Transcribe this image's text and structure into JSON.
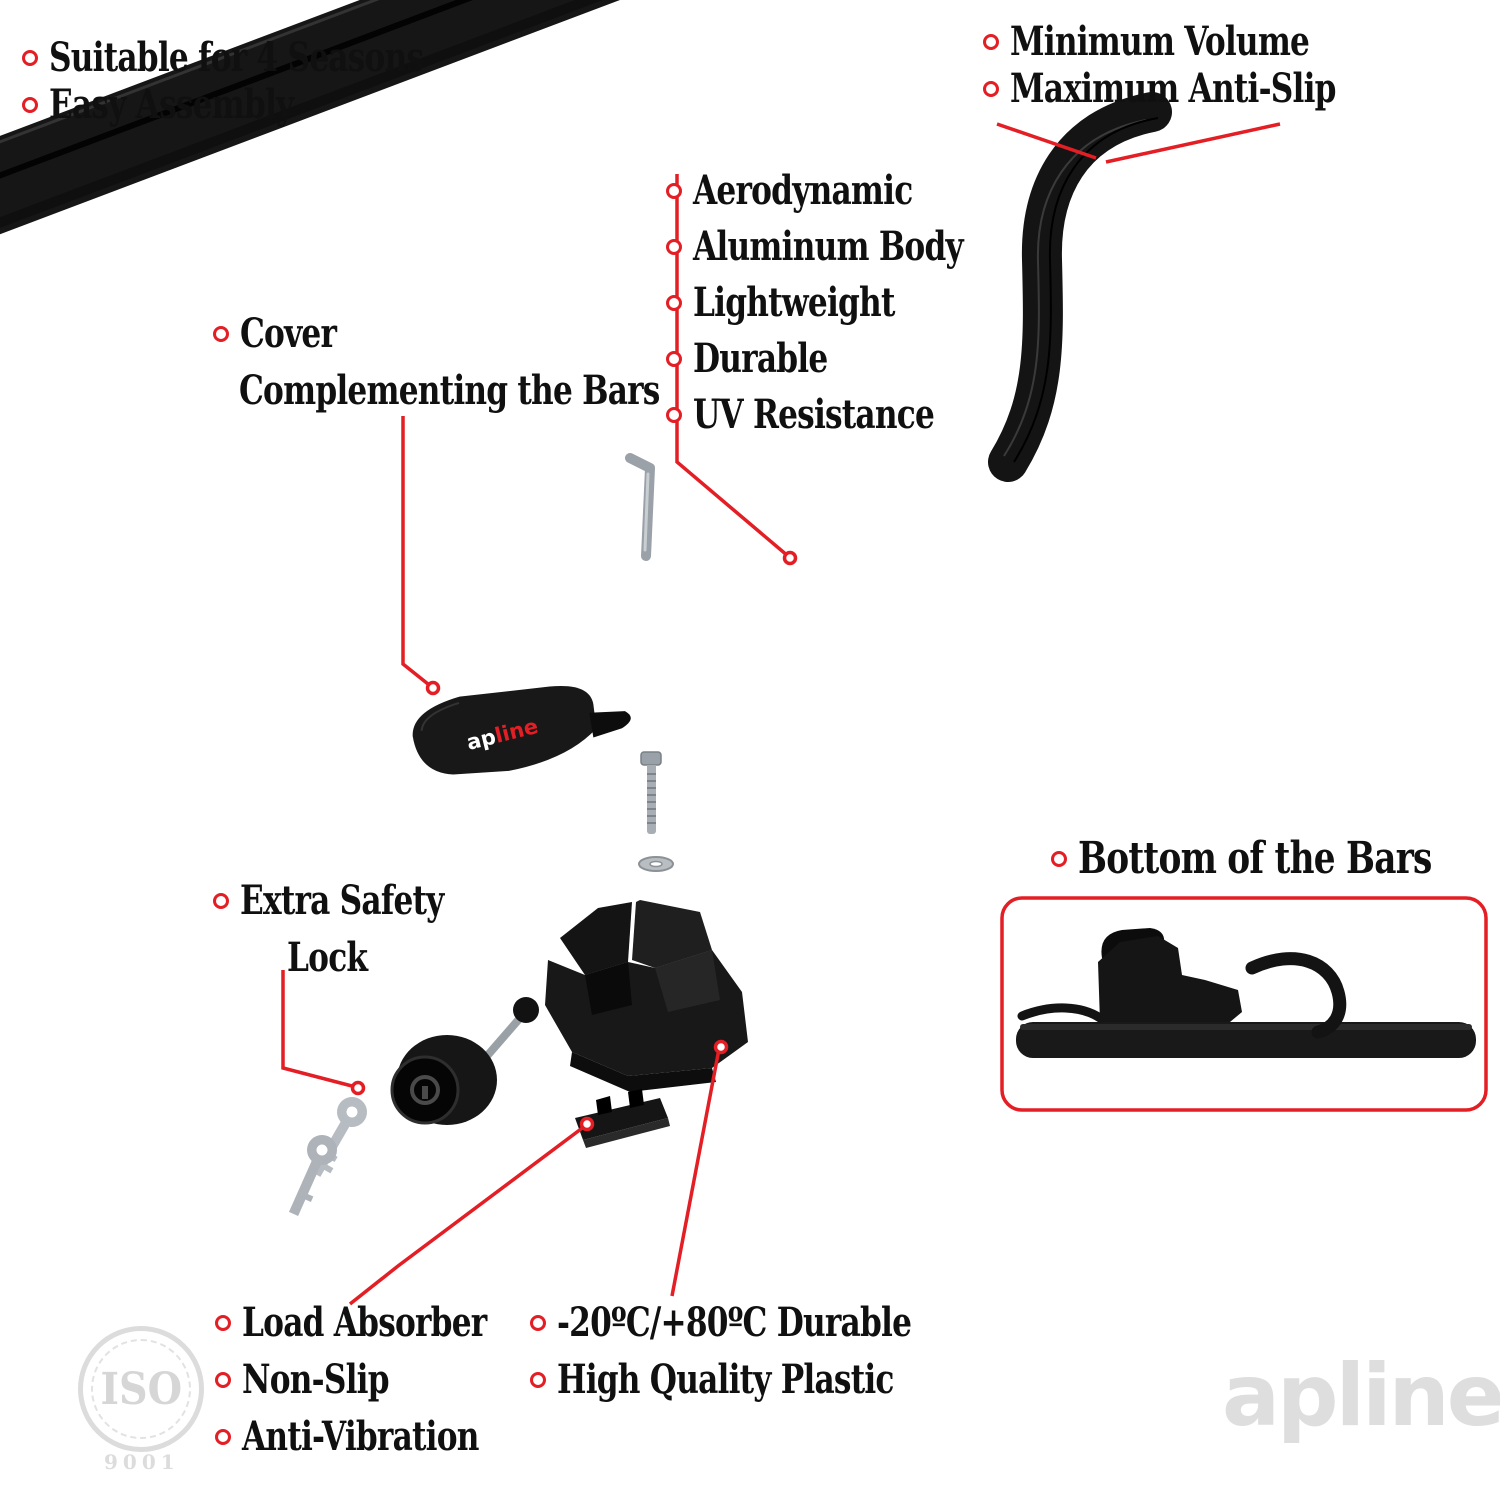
{
  "colors": {
    "accent": "#e31e24",
    "product_black": "#161616",
    "watermark_gray": "#dedede"
  },
  "top_left_features": [
    "Suitable for 4 Seasons",
    "Easy Assembly"
  ],
  "top_right_features": [
    "Minimum Volume",
    "Maximum Anti-Slip"
  ],
  "bar_features": [
    "Aerodynamic",
    "Aluminum Body",
    "Lightweight",
    "Durable",
    "UV Resistance"
  ],
  "cover_label": {
    "line1": "Cover",
    "line2": "Complementing the Bars"
  },
  "safety_label": {
    "line1": "Extra Safety",
    "line2": "Lock"
  },
  "bottom_view": {
    "label": "Bottom of the Bars"
  },
  "foot_features": [
    "Load Absorber",
    "Non-Slip",
    "Anti-Vibration"
  ],
  "material_features": [
    "-20ºC/+80ºC Durable",
    "High Quality Plastic"
  ],
  "brand": {
    "cover_logo_prefix": "ap",
    "cover_logo_suffix": "line",
    "watermark": "apline"
  },
  "iso_badge": {
    "title": "ISO",
    "subtitle": "9001"
  }
}
